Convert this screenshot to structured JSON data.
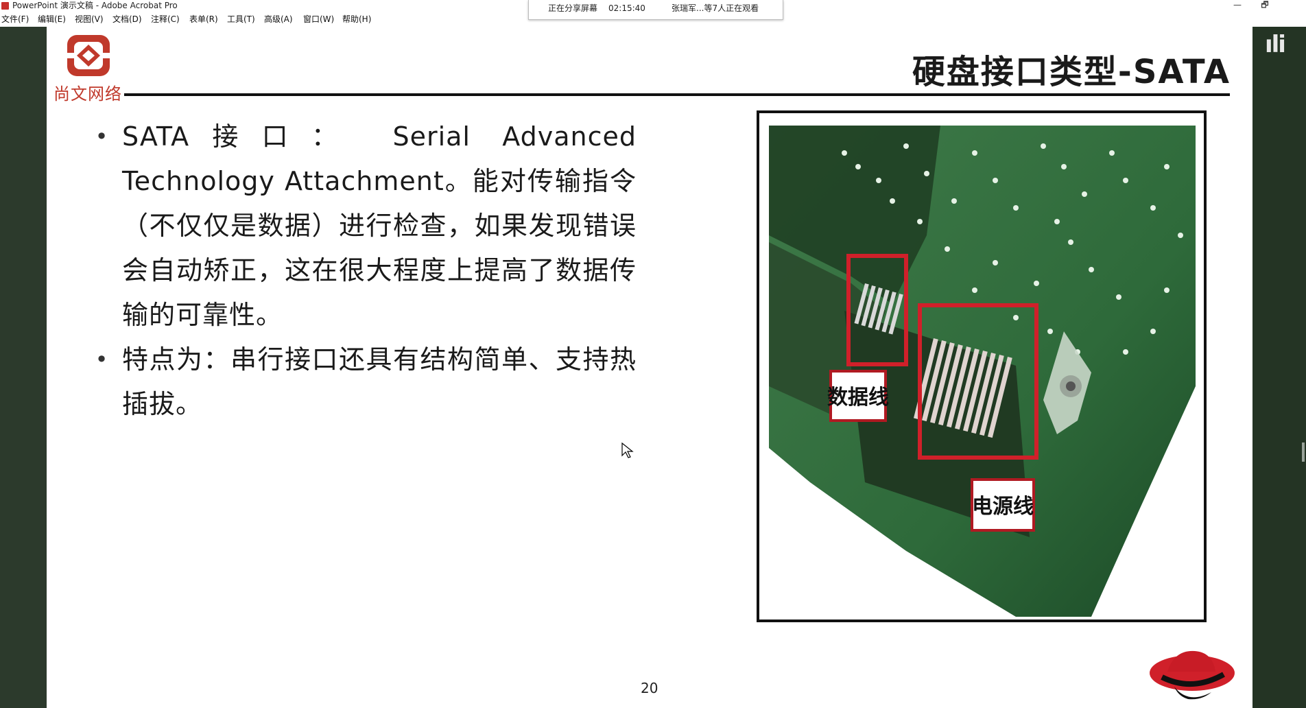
{
  "window": {
    "title": "PowerPoint 演示文稿 - Adobe Acrobat Pro",
    "restore_glyph": "🗗"
  },
  "menu": [
    {
      "label": "文件(F)"
    },
    {
      "label": "编辑(E)"
    },
    {
      "label": "视图(V)"
    },
    {
      "label": "文档(D)"
    },
    {
      "label": "注释(C)"
    },
    {
      "label": "表单(R)"
    },
    {
      "label": "工具(T)"
    },
    {
      "label": "高级(A)"
    },
    {
      "label": "窗口(W)"
    },
    {
      "label": "帮助(H)"
    }
  ],
  "share_bar": {
    "status": "正在分享屏幕",
    "time": "02:15:40",
    "viewers": "张瑞军...等7人正在观看"
  },
  "watermark": {
    "text": "ıli"
  },
  "slide": {
    "logo_text": "尚文网络",
    "title": "硬盘接口类型-SATA",
    "bullets": [
      {
        "text": "SATA接口： Serial Advanced Technology Attachment。能对传输指令（不仅仅是数据）进行检查，如果发现错误会自动矫正，这在很大程度上提高了数据传输的可靠性。"
      },
      {
        "text": "特点为：串行接口还具有结构简单、支持热插拔。"
      }
    ],
    "bullet_glyph": "•",
    "photo_labels": {
      "data": "数据线",
      "power": "电源线"
    },
    "page_number": "20"
  },
  "colors": {
    "accent_red": "#c0392b",
    "pcb_green": "#2f6b3a",
    "highlight_red": "#d0202a"
  }
}
